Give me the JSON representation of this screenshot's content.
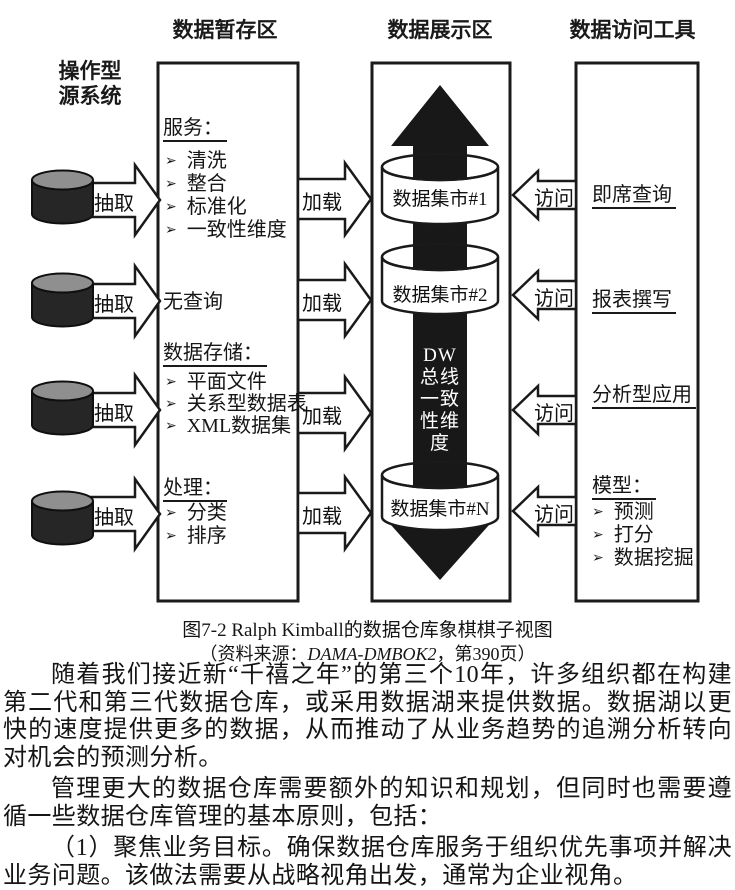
{
  "diagram": {
    "headers": {
      "staging": "数据暂存区",
      "presentation": "数据展示区",
      "access": "数据访问工具"
    },
    "source_system": {
      "line1": "操作型",
      "line2": "源系统"
    },
    "arrow_labels": {
      "extract": "抽取",
      "load": "加载",
      "access": "访问"
    },
    "bullet": "➢",
    "staging": {
      "services_title": "服务：",
      "services_items": [
        "清洗",
        "整合",
        "标准化",
        "一致性维度"
      ],
      "no_query": "无查询",
      "storage_title": "数据存储：",
      "storage_items": [
        "平面文件",
        "关系型数据表",
        "XML数据集"
      ],
      "processing_title": "处理：",
      "processing_items": [
        "分类",
        "排序"
      ]
    },
    "presentation": {
      "marts": [
        "数据集市#1",
        "数据集市#2",
        "数据集市#N"
      ],
      "bus_lines": [
        "DW",
        "总线",
        "一致",
        "性维",
        "度"
      ]
    },
    "access_tools": {
      "adhoc_query": "即席查询",
      "report_writing": "报表撰写",
      "analytic_apps": "分析型应用",
      "models_title": "模型：",
      "models_items": [
        "预测",
        "打分",
        "数据挖掘"
      ]
    }
  },
  "caption": {
    "title": "图7-2 Ralph Kimball的数据仓库象棋棋子视图",
    "source_prefix": "（资料来源：",
    "source_book": "DAMA-DMBOK2",
    "source_suffix": "，第390页）"
  },
  "body": {
    "p1": "随着我们接近新“千禧之年”的第三个10年，许多组织都在构建第二代和第三代数据仓库，或采用数据湖来提供数据。数据湖以更快的速度提供更多的数据，从而推动了从业务趋势的追溯分析转向对机会的预测分析。",
    "p2": "管理更大的数据仓库需要额外的知识和规划，但同时也需要遵循一些数据仓库管理的基本原则，包括：",
    "p3": "（1）聚焦业务目标。确保数据仓库服务于组织优先事项并解决业务问题。该做法需要从战略视角出发，通常为企业视角。"
  }
}
